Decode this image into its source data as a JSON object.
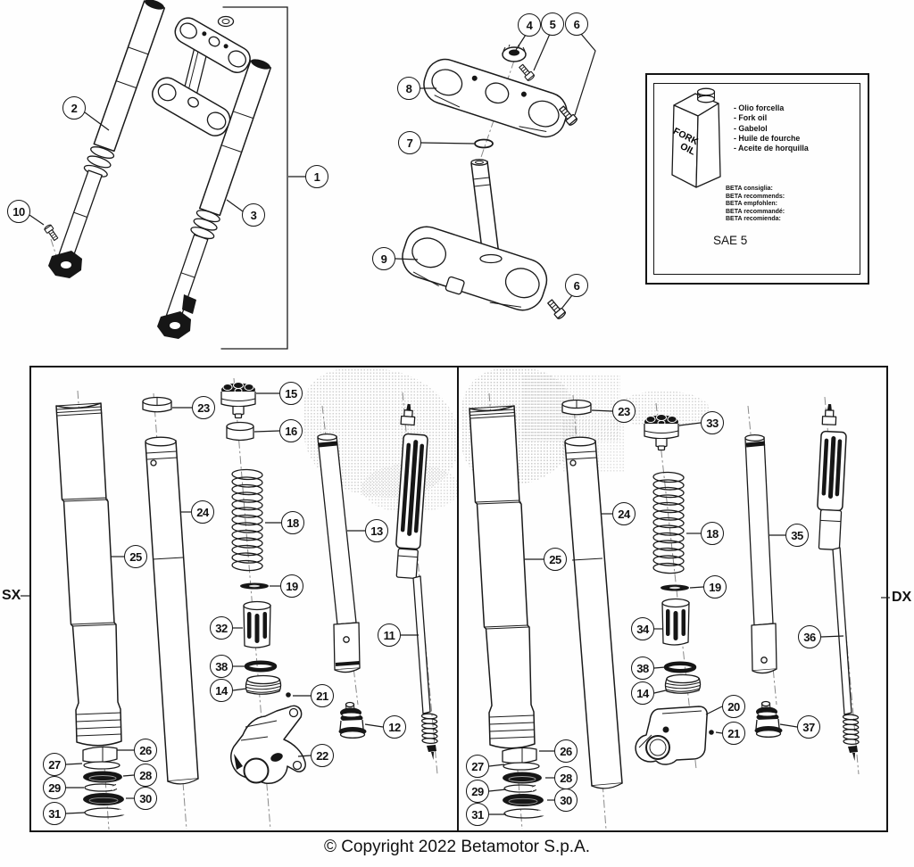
{
  "diagram": {
    "copyright": "© Copyright 2022 Betamotor S.p.A.",
    "side_labels": {
      "left": "SX",
      "right": "DX"
    }
  },
  "oil_box": {
    "bottle": {
      "line1": "FORK",
      "line2": "OIL"
    },
    "oil_names": [
      "- Olio forcella",
      "- Fork oil",
      "- Gabelol",
      "- Huile de fourche",
      "- Aceite de horquilla"
    ],
    "recommendations": [
      "BETA consiglia:",
      "BETA recommends:",
      "BETA empfohlen:",
      "BETA recommandé:",
      "BETA recomienda:"
    ],
    "grade": "SAE 5"
  },
  "callouts": {
    "assembly": {
      "a1": "1",
      "a2": "2",
      "a3": "3",
      "a10": "10"
    },
    "clamps": {
      "t4": "4",
      "t5": "5",
      "t6a": "6",
      "t7": "7",
      "t8": "8",
      "t9": "9",
      "t6b": "6"
    },
    "sx": {
      "s11": "11",
      "s12": "12",
      "s13": "13",
      "s14": "14",
      "s15": "15",
      "s16": "16",
      "s18": "18",
      "s19": "19",
      "s21": "21",
      "s22": "22",
      "s23": "23",
      "s24": "24",
      "s25": "25",
      "s26": "26",
      "s27": "27",
      "s28": "28",
      "s29": "29",
      "s30": "30",
      "s31": "31",
      "s32": "32",
      "s38": "38"
    },
    "dx": {
      "d14": "14",
      "d18": "18",
      "d19": "19",
      "d20": "20",
      "d21": "21",
      "d23": "23",
      "d24": "24",
      "d25": "25",
      "d26": "26",
      "d27": "27",
      "d28": "28",
      "d29": "29",
      "d30": "30",
      "d31": "31",
      "d33": "33",
      "d34": "34",
      "d35": "35",
      "d36": "36",
      "d37": "37",
      "d38": "38"
    }
  }
}
